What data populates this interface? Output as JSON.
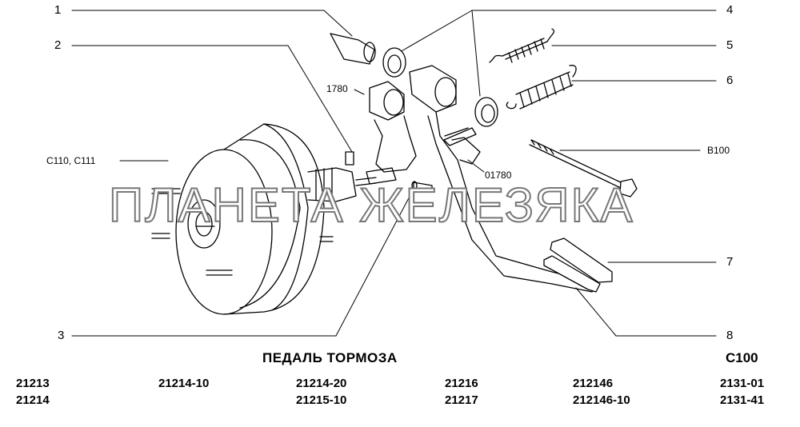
{
  "title": "ПЕДАЛЬ ТОРМОЗА",
  "page_code": "C100",
  "watermark": "ПЛАНЕТА ЖЕЛЕЗЯКА",
  "callouts": [
    "1",
    "2",
    "3",
    "4",
    "5",
    "6",
    "7",
    "8"
  ],
  "refs": {
    "r1780": "1780",
    "r01780": "01780",
    "rC110": "C110, C111",
    "rB100": "B100"
  },
  "models": {
    "c1": [
      "21213",
      "21214"
    ],
    "c2": [
      "21214-10"
    ],
    "c3": [
      "21214-20",
      "21215-10"
    ],
    "c4": [
      "21216",
      "21217"
    ],
    "c5": [
      "212146",
      "212146-10"
    ],
    "c6": [
      "2131-01",
      "2131-41"
    ]
  }
}
